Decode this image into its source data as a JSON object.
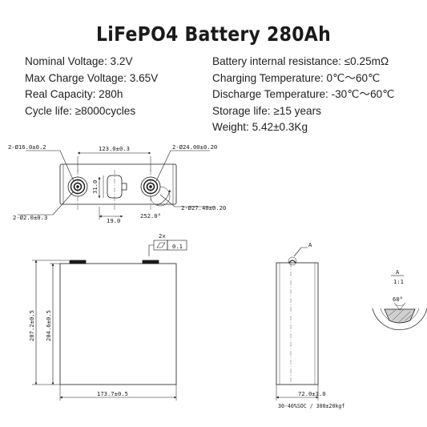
{
  "title": "LiFePO4 Battery 280Ah",
  "specs_left": [
    "Nominal Voltage: 3.2V",
    "Max Charge Voltage: 3.65V",
    "Real Capacity: 280h",
    "Cycle life: ≥8000cycles"
  ],
  "specs_right": [
    "Battery internal resistance: ≤0.25mΩ",
    "Charging Temperature: 0℃～60℃",
    "Discharge Temperature: -30℃～60℃",
    "Storage life: ≥15 years",
    "Weight: 5.42±0.3Kg"
  ],
  "top_view": {
    "dim_hole_small": "2-Ø16.0±0.2",
    "dim_terminal_spacing": "123.0±0.3",
    "dim_hole_large": "2-Ø24.00±0.20",
    "dim_vent": "31.0",
    "dim_pin": "2-Ø2.0±0.3",
    "dim_offset": "19.0",
    "dim_angle": "252.0°",
    "dim_outer": "2-Ø27.40±0.20"
  },
  "flatness_callout": {
    "count": "2x",
    "tolerance": "0.1"
  },
  "front_view": {
    "dim_total_height": "207.2±0.5",
    "dim_body_height": "204.6±0.5",
    "dim_width": "173.7±0.5"
  },
  "side_view": {
    "detail_label": "A",
    "dim_thickness": "72.0±1.0",
    "note": "30-40%SOC / 300±20kgf"
  },
  "detail_view": {
    "label": "A",
    "scale": "1:1",
    "angle": "60°"
  }
}
